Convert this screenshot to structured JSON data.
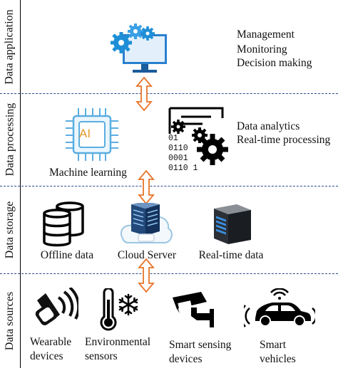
{
  "layers": {
    "application": {
      "label": "Data application",
      "items": [
        "Management",
        "Monitoring",
        "Decision making"
      ]
    },
    "processing": {
      "label": "Data processing",
      "left_caption": "Machine learning",
      "chip_text": "AI",
      "binary": [
        "01",
        "0110",
        "0001",
        "0110 1"
      ],
      "items": [
        "Data analytics",
        "Real-time processing"
      ]
    },
    "storage": {
      "label": "Data storage",
      "captions": [
        "Offline data",
        "Cloud Server",
        "Real-time data"
      ]
    },
    "sources": {
      "label": "Data sources",
      "captions": [
        [
          "Wearable",
          "devices"
        ],
        [
          "Environmental",
          "sensors"
        ],
        [
          "Smart sensing",
          "devices"
        ],
        [
          "Smart",
          "vehicles"
        ]
      ]
    }
  },
  "colors": {
    "arrow": "#e8742a",
    "dash": "#2b4a8f",
    "chip": "#5aaee0",
    "gear_blue": "#1e8fd6",
    "monitor": "#2a7fd0"
  },
  "icons": [
    "monitor-gears-icon",
    "ai-chip-icon",
    "analytics-document-icon",
    "database-icon",
    "cloud-server-icon",
    "server-rack-icon",
    "smartwatch-icon",
    "thermometer-icon",
    "snowflake-icon",
    "cctv-camera-icon",
    "connected-car-icon"
  ]
}
